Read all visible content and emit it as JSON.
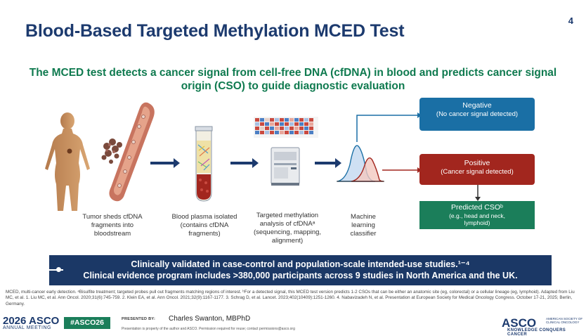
{
  "slide": {
    "title": "Blood-Based Targeted Methylation MCED Test",
    "number": "4",
    "subtitle": "The MCED test detects a cancer signal from cell-free DNA (cfDNA) in blood and predicts cancer signal origin (CSO) to guide diagnostic evaluation"
  },
  "steps": [
    {
      "caption": "Tumor sheds cfDNA fragments into bloodstream"
    },
    {
      "caption": "Blood plasma isolated (contains cfDNA fragments)"
    },
    {
      "caption": "Targeted methylation analysis of cfDNAᵃ (sequencing, mapping, alignment)"
    },
    {
      "caption": "Machine learning classifier"
    }
  ],
  "outcomes": {
    "negative": {
      "title": "Negative",
      "detail": "(No cancer signal detected)"
    },
    "positive": {
      "title": "Positive",
      "detail": "(Cancer signal detected)"
    },
    "cso": {
      "title": "Predicted CSOᵇ",
      "detail": "(e.g., head and neck, lymphoid)"
    }
  },
  "banner": {
    "line1": "Clinically validated in case-control and population-scale intended-use studies.¹⁻⁴",
    "line2": "Clinical evidence program includes >380,000 participants across 9 studies in North America and the UK."
  },
  "footnote": "MCED, multi-cancer early detection. ᵃBisulfite treatment; targeted probes pull out fragments matching regions of interest. ᵇFor a detected signal, this MCED test version predicts 1-2 CSOs that can be either an anatomic site (eg, colorectal) or a cellular lineage (eg, lymphoid). Adapted from Liu MC, et al. 1. Liu MC, et al. Ann Oncol. 2020;31(6):745-759. 2. Klein EA, et al. Ann Oncol. 2021;32(9):1167-1177. 3. Schrag D, et al. Lancet. 2023;402(10409):1251-1260. 4. Nabavizadeh N, et al. Presentation at European Society for Medical Oncology Congress. October 17-21, 2025; Berlin, Germany.",
  "footer": {
    "meeting_year": "2026",
    "meeting_brand": "ASCO",
    "meeting_sub": "ANNUAL MEETING",
    "hashtag": "#ASCO26",
    "presented_by": "PRESENTED BY:",
    "presenter": "Charles Swanton, MBPhD",
    "permission": "Presentation is property of the author and ASCO. Permission required for reuse; contact permissions@asco.org",
    "logo": "ASCO",
    "logo_sub": "AMERICAN SOCIETY OF CLINICAL ONCOLOGY",
    "tagline": "KNOWLEDGE CONQUERS CANCER"
  },
  "colors": {
    "title": "#1c3a6e",
    "subtitle": "#0f7a4f",
    "negative": "#1a6fa5",
    "positive": "#a2261e",
    "cso": "#1b7e5a",
    "banner": "#1b3866"
  },
  "icons": [
    "human-figure-icon",
    "blood-vessel-icon",
    "test-tube-icon",
    "sequencer-icon",
    "heatmap-icon",
    "distribution-curves-icon"
  ]
}
